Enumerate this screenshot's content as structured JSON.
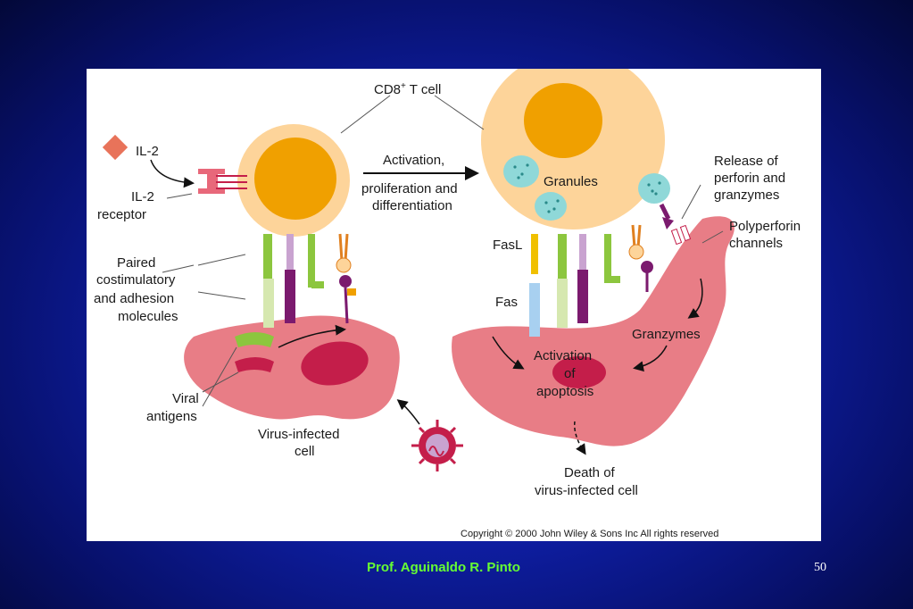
{
  "figure": {
    "labels": {
      "cd8_t_cell": "CD8",
      "cd8_sup": "+",
      "cd8_t_cell_rest": " T cell",
      "il2": "IL-2",
      "il2_receptor_1": "IL-2",
      "il2_receptor_2": "receptor",
      "activation_1": "Activation,",
      "activation_2": "proliferation and",
      "activation_3": "differentiation",
      "granules": "Granules",
      "release_1": "Release of",
      "release_2": "perforin and",
      "release_3": "granzymes",
      "polyperforin_1": "Polyperforin",
      "polyperforin_2": "channels",
      "fasl": "FasL",
      "fas": "Fas",
      "paired_1": "Paired",
      "paired_2": "costimulatory",
      "paired_3": "and adhesion",
      "paired_4": "molecules",
      "granzymes": "Granzymes",
      "apoptosis_1": "Activation",
      "apoptosis_2": "of",
      "apoptosis_3": "apoptosis",
      "viral_1": "Viral",
      "viral_2": "antigens",
      "virus_cell_1": "Virus-infected",
      "virus_cell_2": "cell",
      "death_1": "Death of",
      "death_2": "virus-infected cell",
      "copyright": "Copyright © 2000 John Wiley & Sons Inc   All rights reserved"
    },
    "colors": {
      "cell_body": "#fdd49a",
      "nucleus": "#f0a000",
      "infected_cell": "#e87d86",
      "infected_nucleus": "#c41e4a",
      "granule": "#8fd8d8",
      "slide_bg": "#0f1fa8"
    }
  },
  "footer": {
    "author": "Prof. Aguinaldo R. Pinto",
    "slide_number": "50"
  }
}
